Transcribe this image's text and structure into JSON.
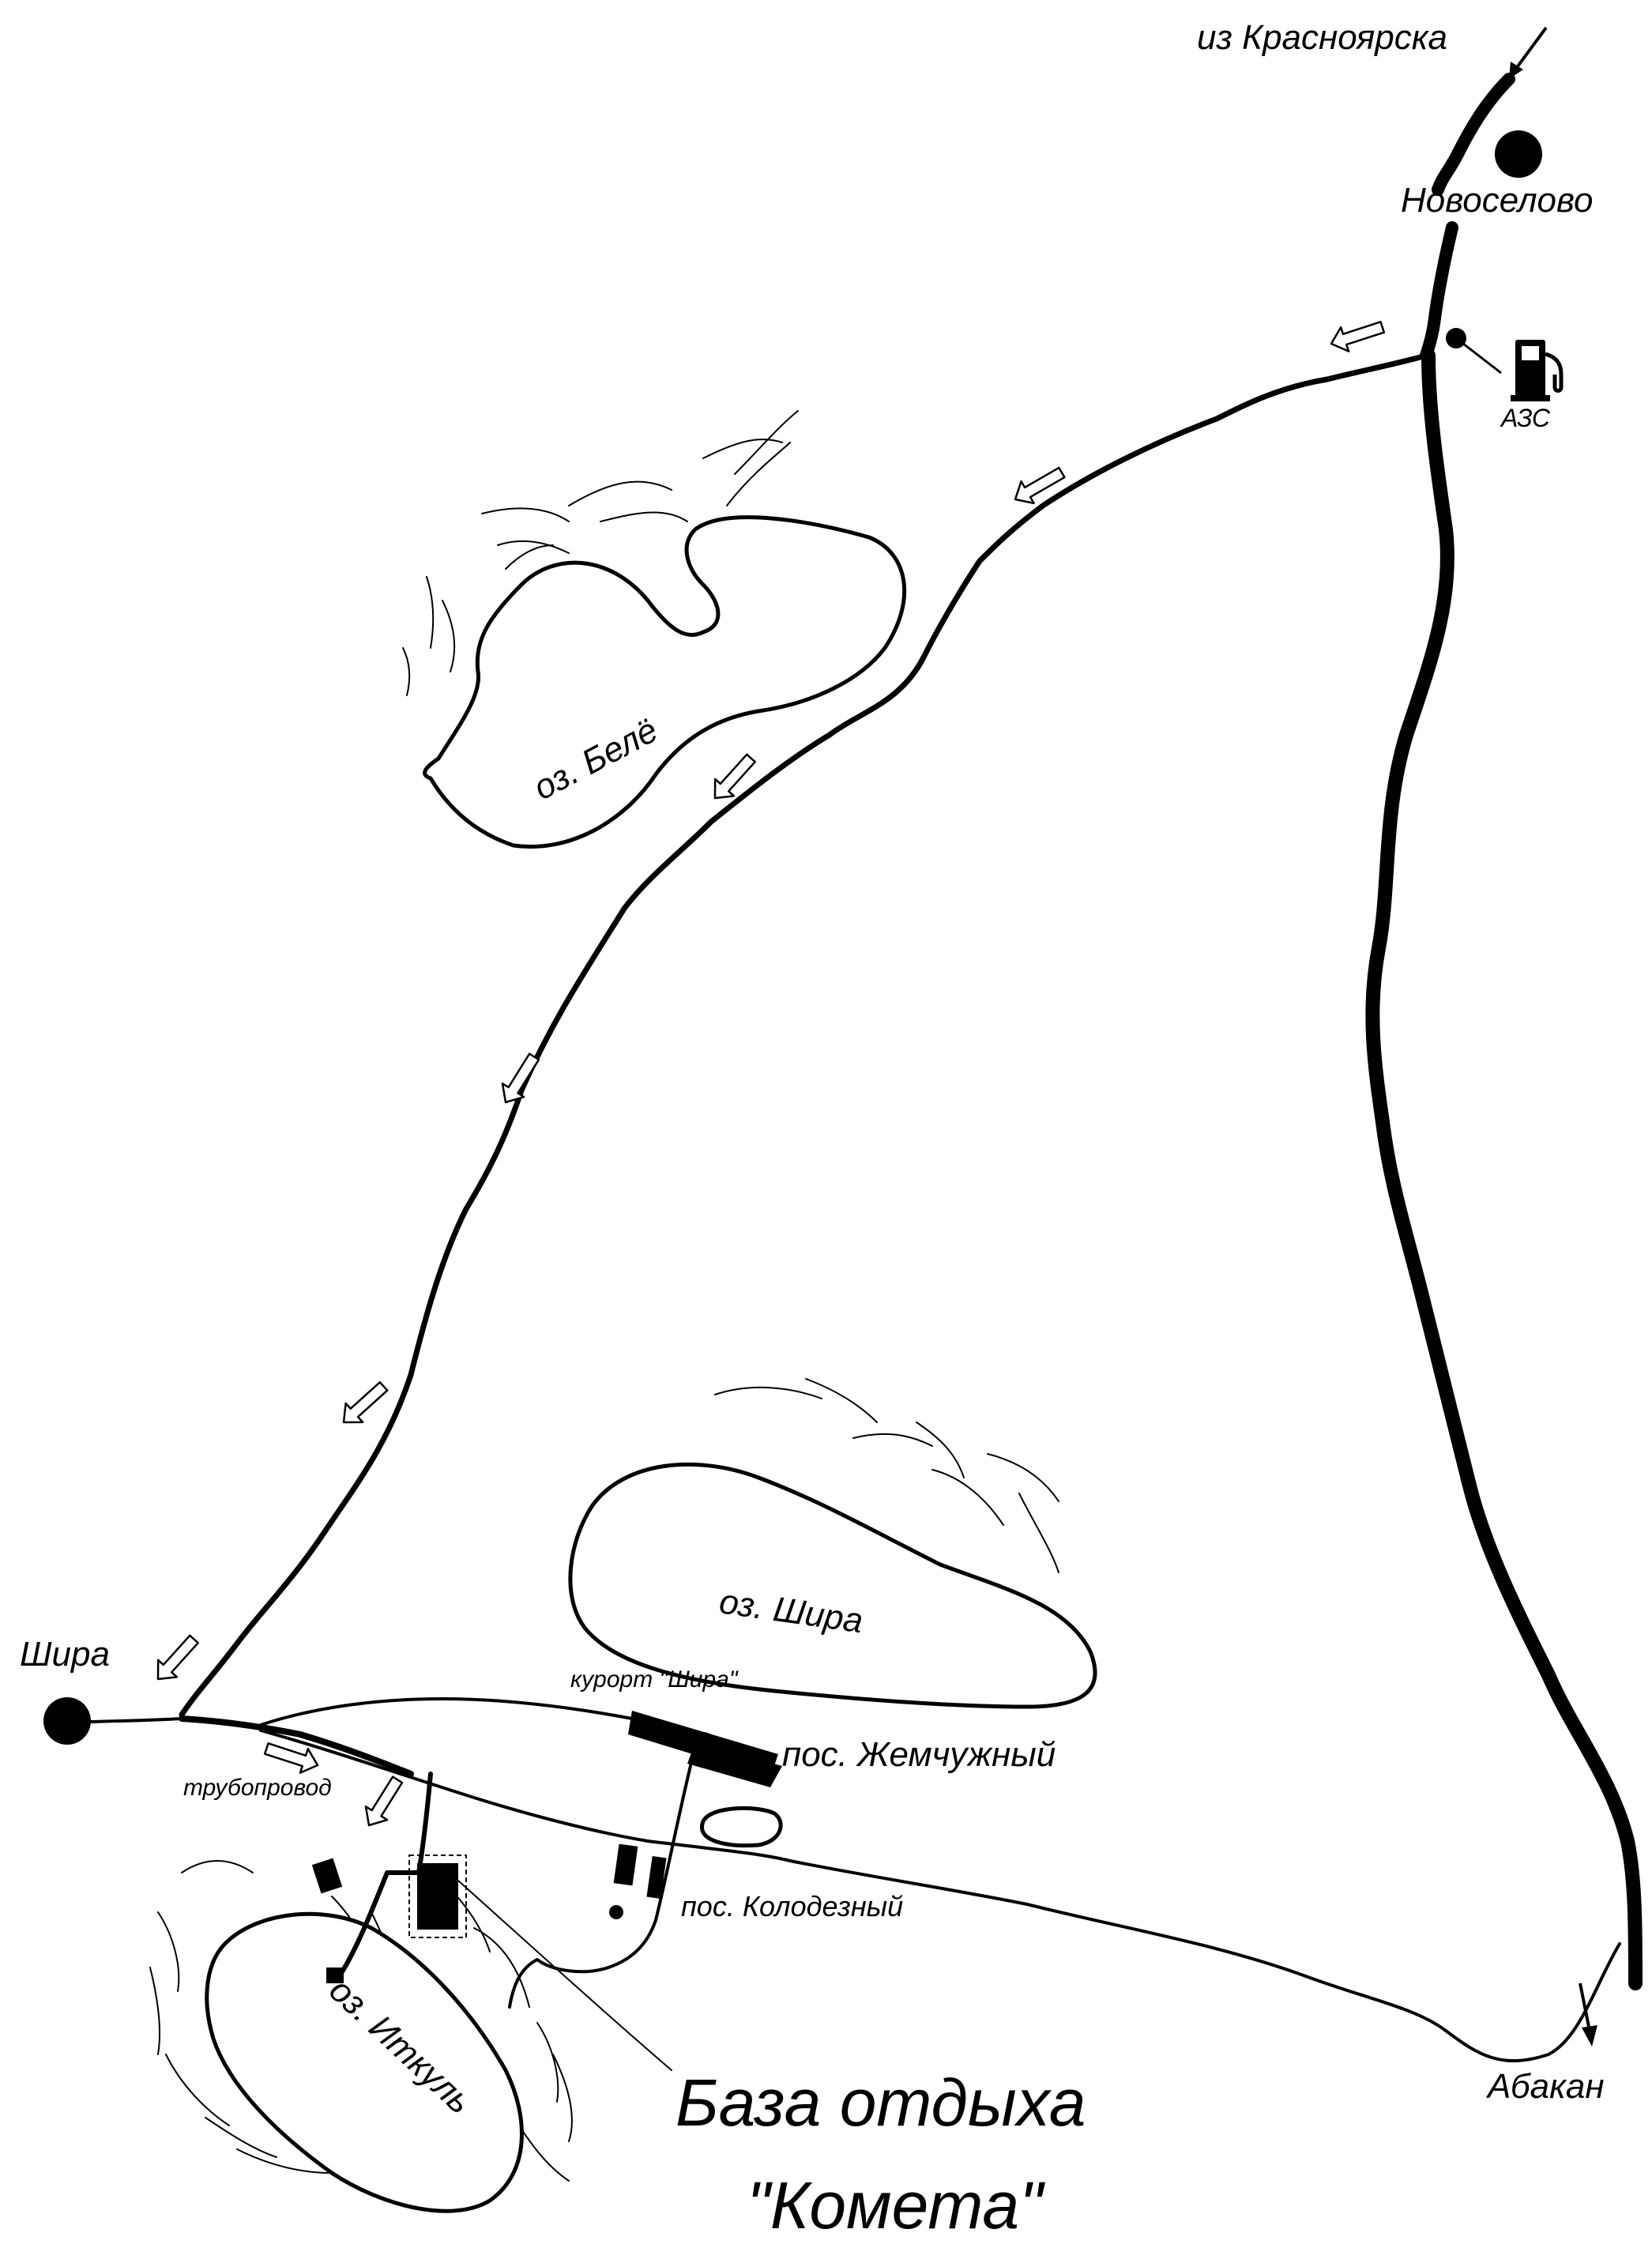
{
  "colors": {
    "ink": "#000000",
    "paper": "#ffffff"
  },
  "origin": {
    "label": "из Красноярска"
  },
  "destination": {
    "label": "Абакан"
  },
  "settlements": {
    "novoselovo": "Новоселово",
    "shira": "Шира",
    "zhemchuzhny": "пос. Жемчужный",
    "kolodezny": "пос. Колодезный"
  },
  "resort": "курорт \"Шира\"",
  "fuel_station": {
    "label": "АЗС",
    "icon": "fuel-pump-icon"
  },
  "pipeline": "трубопровод",
  "lakes": {
    "bele": "оз. Белё",
    "shira": "оз. Шира",
    "itkul": "оз. Иткуль"
  },
  "destination_base": {
    "line1": "База отдыха",
    "line2": "\"Комета\""
  }
}
